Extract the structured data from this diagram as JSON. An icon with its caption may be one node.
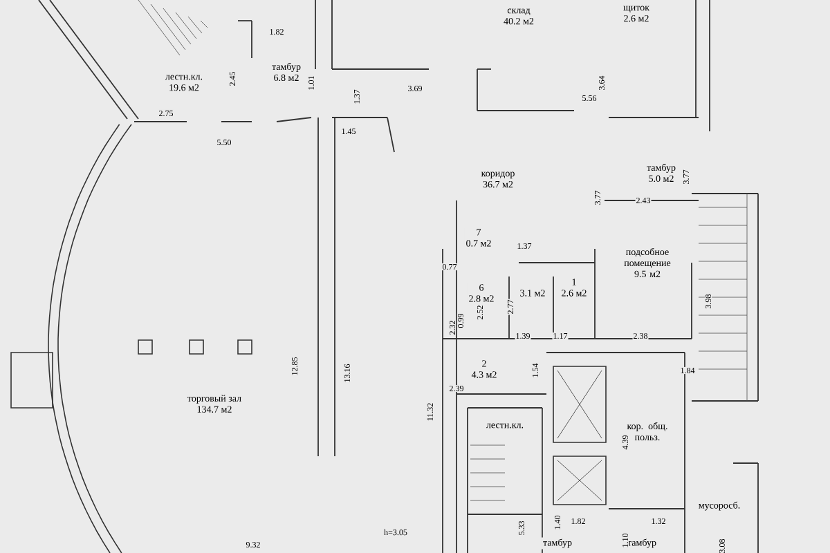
{
  "diagram": {
    "nodes": [
      {
        "text": [
          "лестн.кл.",
          "19.6 м2"
        ]
      },
      {
        "text": [
          "тамбур",
          "6.8 м2"
        ]
      },
      {
        "text": [
          "склад",
          "40.2 м2"
        ]
      },
      {
        "text": [
          "щиток",
          "2.6 м2"
        ]
      },
      {
        "text": [
          "коридор",
          "36.7 м2"
        ]
      },
      {
        "text": [
          "тамбур",
          "5.0 м2"
        ]
      },
      {
        "text": [
          "7",
          "0.7 м2"
        ]
      },
      {
        "text": [
          "6",
          "2.8 м2"
        ]
      },
      {
        "text": [
          "3.1 м2"
        ]
      },
      {
        "text": [
          "1",
          "2.6 м2"
        ]
      },
      {
        "text": [
          "подсобное помещение",
          "9.5 м2"
        ]
      },
      {
        "text": [
          "2",
          "4.3 м2"
        ]
      },
      {
        "text": [
          "кор. общ. польз."
        ]
      },
      {
        "text": [
          "лестн.кл."
        ]
      },
      {
        "text": [
          "торговый зал",
          "134.7 м2"
        ]
      },
      {
        "text": [
          "тамбур"
        ]
      },
      {
        "text": [
          "тамбур"
        ]
      },
      {
        "text": [
          "мусоросб."
        ]
      }
    ],
    "edges": [],
    "labels": [
      "1.82",
      "2.45",
      "1.01",
      "2.75",
      "5.50",
      "1.37",
      "3.69",
      "1.45",
      "5.56",
      "3.64",
      "3.77",
      "2.43",
      "3.77",
      "1.37",
      "0.77",
      "2.32",
      "0.99",
      "2.52",
      "2.77",
      "1.39",
      "1.17",
      "2.38",
      "3.98",
      "12.85",
      "13.16",
      "2.39",
      "1.54",
      "1.84",
      "11.32",
      "4.39",
      "1.82",
      "1.32",
      "5.33",
      "1.40",
      "1.10",
      "3.08",
      "9.32",
      "h=3.05"
    ]
  }
}
